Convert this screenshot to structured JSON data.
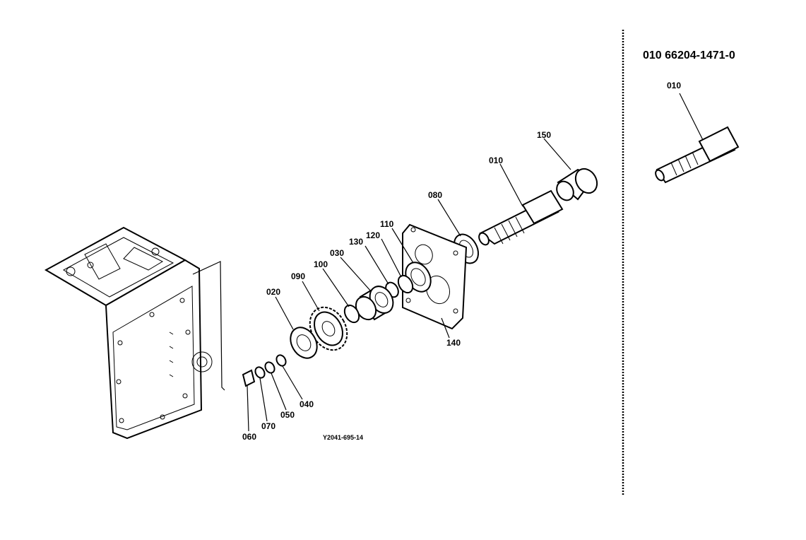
{
  "drawing_code": "Y2041-695-14",
  "inset": {
    "title": "010 66204-1471-0",
    "callout": "010"
  },
  "callouts": {
    "p010": "010",
    "p020": "020",
    "p030": "030",
    "p040": "040",
    "p050": "050",
    "p060": "060",
    "p070": "070",
    "p080": "080",
    "p090": "090",
    "p100": "100",
    "p110": "110",
    "p120": "120",
    "p130": "130",
    "p140": "140",
    "p150": "150"
  },
  "colors": {
    "ink": "#000000",
    "paper": "#ffffff"
  }
}
